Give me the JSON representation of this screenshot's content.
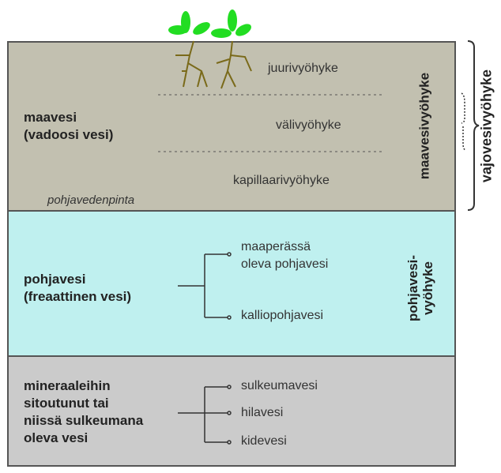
{
  "colors": {
    "unsaturated": "#c2c0b0",
    "groundwater": "#bff0ef",
    "bound": "#cbcbcb",
    "leaf": "#22dd22",
    "root": "#7a6a1a"
  },
  "unsaturated": {
    "label_line1": "maavesi",
    "label_line2": "(vadoosi vesi)",
    "zones": [
      "juurivyöhyke",
      "välivyöhyke",
      "kapillaarivyöhyke"
    ],
    "water_table": "pohjavedenpinta",
    "side_label": "maavesivyöhyke"
  },
  "groundwater": {
    "label_line1": "pohjavesi",
    "label_line2": "(freaattinen vesi)",
    "branches": [
      {
        "line1": "maaperässä",
        "line2": "oleva pohjavesi"
      },
      {
        "line1": "kalliopohjavesi"
      }
    ],
    "side_label_line1": "pohjavesi-",
    "side_label_line2": "vyöhyke"
  },
  "bound": {
    "label_lines": [
      "mineraaleihin",
      "sitoutunut tai",
      "niissä sulkeumana",
      "oleva vesi"
    ],
    "branches": [
      "sulkeumavesi",
      "hilavesi",
      "kidevesi"
    ]
  },
  "outer_label": "vajovesivyöhyke"
}
